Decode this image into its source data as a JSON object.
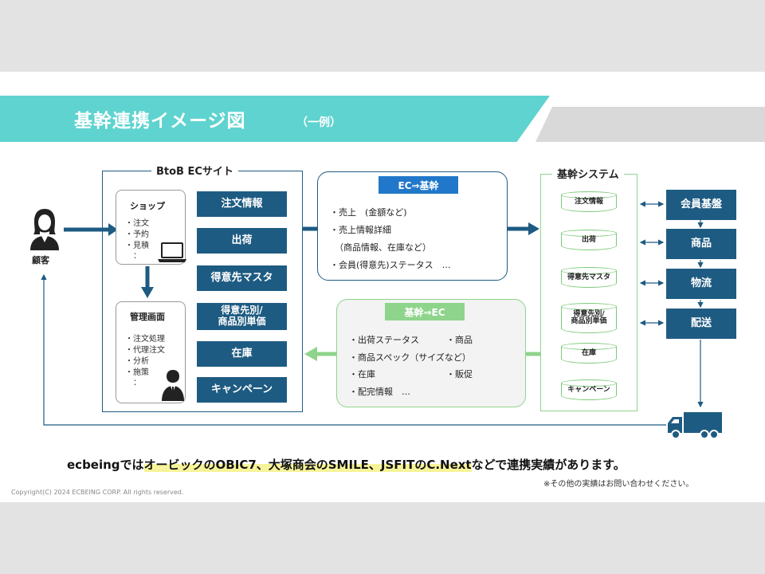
{
  "title": {
    "main": "基幹連携イメージ図",
    "sub": "（一例）"
  },
  "customer": {
    "label": "顧客"
  },
  "ec_site": {
    "label": "BtoB ECサイト",
    "shop": {
      "title": "ショップ",
      "items": [
        "・注文",
        "・予約",
        "・見積",
        "　："
      ]
    },
    "admin": {
      "title": "管理画面",
      "items": [
        "・注文処理",
        "・代理注文",
        "・分析",
        "・施策",
        "　："
      ]
    },
    "modules": [
      "注文情報",
      "出荷",
      "得意先マスタ",
      "得意先別/\n商品別単価",
      "在庫",
      "キャンペーン"
    ]
  },
  "ec_to_core": {
    "header": "EC⇒基幹",
    "lines": [
      "・売上　(金額など)",
      "・売上情報詳細",
      "（商品情報、在庫など）",
      "・会員(得意先)ステータス　…"
    ],
    "header_color": "#2177c9"
  },
  "core_to_ec": {
    "header": "基幹⇒EC",
    "lines": [
      "・出荷ステータス",
      "・商品",
      "・商品スペック（サイズなど）",
      "・在庫",
      "・販促",
      "・配完情報　…"
    ],
    "header_color": "#8fd48c"
  },
  "core_system": {
    "label": "基幹システム",
    "dbs": [
      "注文情報",
      "出荷",
      "得意先マスタ",
      "得意先別/\n商品別単価",
      "在庫",
      "キャンペーン"
    ]
  },
  "external": [
    "会員基盤",
    "商品",
    "物流",
    "配送"
  ],
  "bottom": {
    "prefix": "ecbeingでは",
    "highlight": "オービックのOBIC7、大塚商会のSMILE、JSFITのC.Next",
    "suffix": "などで連携実績があります。"
  },
  "note": "※その他の実績はお問い合わせください。",
  "copyright": "Copyright(C) 2024 ECBEING CORP. All rights reserved.",
  "colors": {
    "navy": "#1e5b82",
    "teal": "#5fd3cf",
    "ec_blue": "#2177c9",
    "core_green": "#8fd48c"
  }
}
